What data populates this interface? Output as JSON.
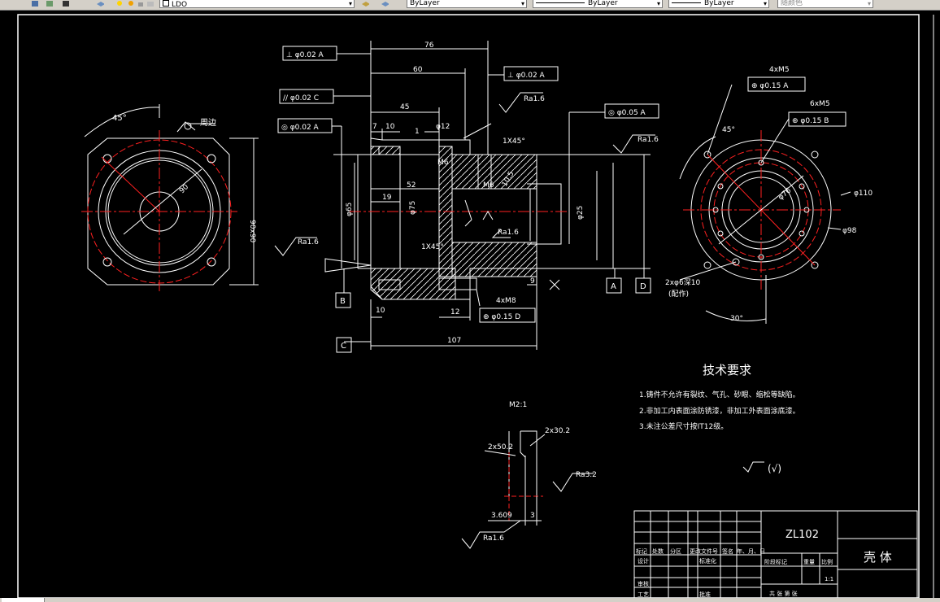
{
  "toolbar": {
    "layer_name": "LDO",
    "color_value": "ByLayer",
    "linetype_value": "ByLayer",
    "lineweight_value": "ByLayer",
    "plotstyle_value": "随颜色"
  },
  "drawing": {
    "dims": {
      "d76": "76",
      "d60": "60",
      "d45": "45",
      "d7": "7",
      "d10": "10",
      "d1": "1",
      "d12phi": "φ12",
      "dM6": "M6",
      "d52": "52",
      "d19": "19",
      "d75": "φ75",
      "d25": "φ25",
      "d65": "φ65",
      "d105": "10.5",
      "d10b": "10",
      "d12": "12",
      "d107": "107",
      "d9": "9",
      "d90": "90",
      "d90x90": "90x90",
      "d110": "φ110",
      "d98": "φ98",
      "d76b": "φ76"
    },
    "tolerances": {
      "t_perp_a": "⊥ φ0.02 A",
      "t_parallel_c": "// φ0.02 C",
      "t_conc_a": "◎ φ0.02 A",
      "t_perp_a2": "⊥ φ0.02 A",
      "t_conc_a2": "◎ φ0.05 A",
      "t_pos_a": "⊕ φ0.15 A",
      "t_pos_b": "⊕ φ0.15 B",
      "t_pos_d": "⊕ φ0.15 D"
    },
    "roughness": {
      "ra16": "Ra1.6",
      "ra32": "Ra3.2"
    },
    "datums": {
      "A": "A",
      "B": "B",
      "C": "C",
      "D": "D"
    },
    "notes": {
      "angle45": "45°",
      "angle30": "30°",
      "chamfer": "1X45°",
      "chamfer2": "1X45°",
      "holes4m5": "4xM5",
      "holes6m5": "6xM5",
      "holes4m8": "4xM8",
      "holes2": "2xφ6深10",
      "holes2b": "(配作)",
      "surround": "周边",
      "scale_detail": "M2:1",
      "detail_a": "2x50.2",
      "detail_b": "2x30.2",
      "detail_w": "3.609",
      "detail_3": "3"
    },
    "requirements_title": "技术要求",
    "requirements": [
      "1.铸件不允许有裂纹、气孔、砂眼、缩松等缺陷。",
      "2.非加工内表面涂防锈漆，非加工外表面涂底漆。",
      "3.未注公差尺寸按IT12级。"
    ],
    "roughness_symbol": "(√)"
  },
  "title_block": {
    "part_code": "ZL102",
    "part_name": "壳 体",
    "scale": "1:1",
    "headers": [
      "标记",
      "处数",
      "分区",
      "更改文件号",
      "签名",
      "年、月、日"
    ],
    "labels": {
      "design": "设计",
      "standard": "标准化",
      "review": "审核",
      "process": "工艺",
      "approve": "批准"
    },
    "stage_headers": [
      "阶段标记",
      "重量",
      "比例"
    ],
    "sheet": "共    张 第    张"
  }
}
